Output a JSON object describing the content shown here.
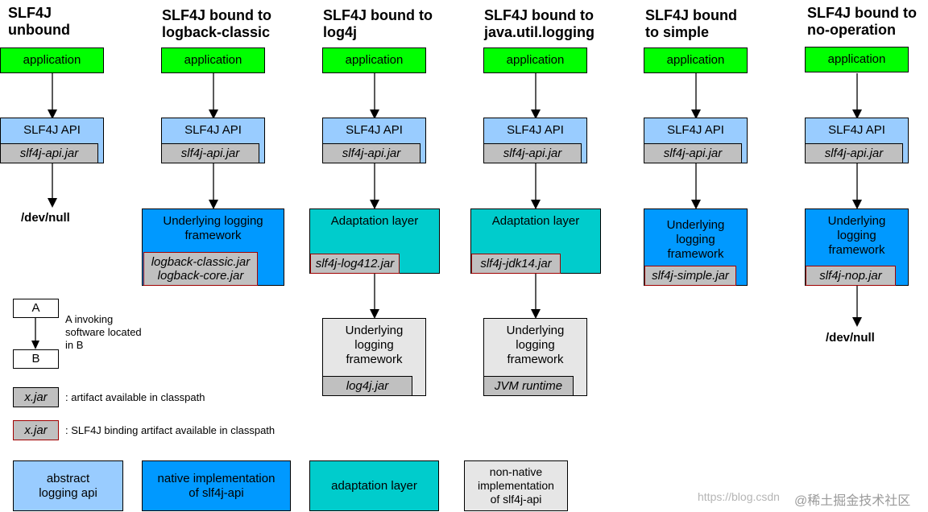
{
  "columns": [
    {
      "title": "SLF4J\nunbound",
      "application": "application",
      "api": "SLF4J API",
      "api_jar": "slf4j-api.jar",
      "end": "/dev/null"
    },
    {
      "title": "SLF4J bound to\nlogback-classic",
      "application": "application",
      "api": "SLF4J API",
      "api_jar": "slf4j-api.jar",
      "layer": "Underlying logging\nframework",
      "layer_jar_1": "logback-classic.jar",
      "layer_jar_2": "logback-core.jar"
    },
    {
      "title": "SLF4J bound to\nlog4j",
      "application": "application",
      "api": "SLF4J API",
      "api_jar": "slf4j-api.jar",
      "layer": "Adaptation layer",
      "layer_jar": "slf4j-log412.jar",
      "under": "Underlying\nlogging\nframework",
      "under_jar": "log4j.jar"
    },
    {
      "title": "SLF4J bound to\njava.util.logging",
      "application": "application",
      "api": "SLF4J API",
      "api_jar": "slf4j-api.jar",
      "layer": "Adaptation layer",
      "layer_jar": "slf4j-jdk14.jar",
      "under": "Underlying\nlogging\nframework",
      "under_jar": "JVM runtime"
    },
    {
      "title": "SLF4J bound\nto simple",
      "application": "application",
      "api": "SLF4J API",
      "api_jar": "slf4j-api.jar",
      "layer": "Underlying\nlogging\nframework",
      "layer_jar": "slf4j-simple.jar"
    },
    {
      "title": "SLF4J bound to\nno-operation",
      "application": "application",
      "api": "SLF4J API",
      "api_jar": "slf4j-api.jar",
      "layer": "Underlying\nlogging\nframework",
      "layer_jar": "slf4j-nop.jar",
      "end": "/dev/null"
    }
  ],
  "legend": {
    "a": "A",
    "b": "B",
    "invoking": "A invoking\nsoftware located\nin B",
    "jar": "x.jar",
    "jar_desc": ": artifact available in classpath",
    "binding_jar": "x.jar",
    "binding_desc": ": SLF4J binding artifact available in classpath",
    "abstract": "abstract\nlogging api",
    "native": "native implementation\nof slf4j-api",
    "adaptation": "adaptation layer",
    "nonnative": "non-native\nimplementation\nof slf4j-api"
  },
  "watermark": {
    "url": "https://blog.csdn",
    "brand": "@稀土掘金技术社区"
  },
  "colors": {
    "application": "#00ff00",
    "api": "#99ccff",
    "native": "#0099ff",
    "adaptation": "#00cccc",
    "nonnative": "#e6e6e6",
    "jar": "#c0c0c0",
    "binding_border": "#a00000"
  }
}
